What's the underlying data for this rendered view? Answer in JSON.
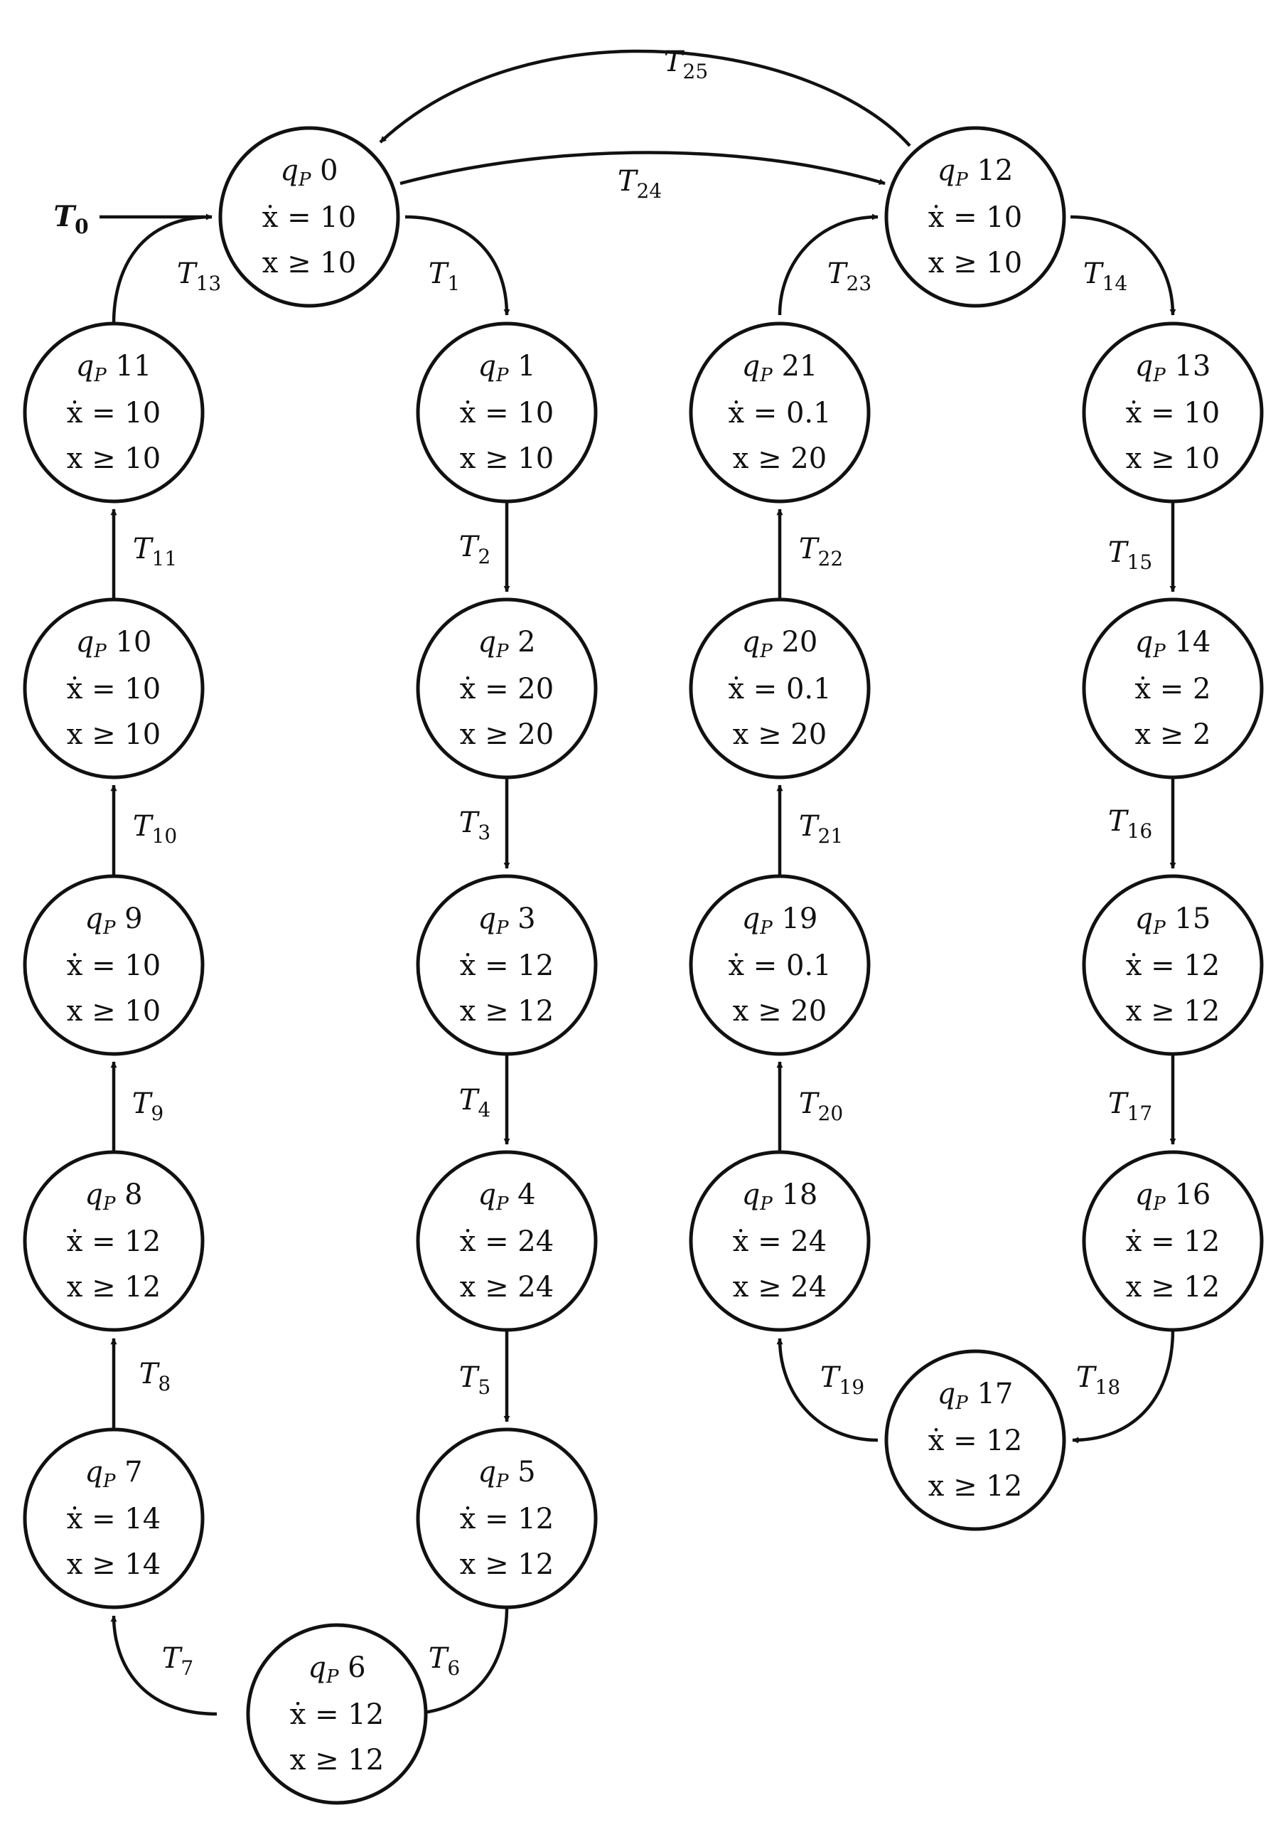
{
  "diagram": {
    "type": "state-machine",
    "nodes": [
      {
        "id": "0",
        "name": "qP 0",
        "rate": "ẋ = 10",
        "guard": "x ≥ 10"
      },
      {
        "id": "1",
        "name": "qP 1",
        "rate": "ẋ = 10",
        "guard": "x ≥ 10"
      },
      {
        "id": "2",
        "name": "qP 2",
        "rate": "ẋ = 20",
        "guard": "x ≥ 20"
      },
      {
        "id": "3",
        "name": "qP 3",
        "rate": "ẋ = 12",
        "guard": "x ≥ 12"
      },
      {
        "id": "4",
        "name": "qP 4",
        "rate": "ẋ = 24",
        "guard": "x ≥ 24"
      },
      {
        "id": "5",
        "name": "qP 5",
        "rate": "ẋ = 12",
        "guard": "x ≥ 12"
      },
      {
        "id": "6",
        "name": "qP 6",
        "rate": "ẋ = 12",
        "guard": "x ≥ 12"
      },
      {
        "id": "7",
        "name": "qP 7",
        "rate": "ẋ = 14",
        "guard": "x ≥ 14"
      },
      {
        "id": "8",
        "name": "qP 8",
        "rate": "ẋ = 12",
        "guard": "x ≥ 12"
      },
      {
        "id": "9",
        "name": "qP 9",
        "rate": "ẋ = 10",
        "guard": "x ≥ 10"
      },
      {
        "id": "10",
        "name": "qP 10",
        "rate": "ẋ = 10",
        "guard": "x ≥ 10"
      },
      {
        "id": "11",
        "name": "qP 11",
        "rate": "ẋ = 10",
        "guard": "x ≥ 10"
      },
      {
        "id": "12",
        "name": "qP 12",
        "rate": "ẋ = 10",
        "guard": "x ≥ 10"
      },
      {
        "id": "13",
        "name": "qP 13",
        "rate": "ẋ = 10",
        "guard": "x ≥ 10"
      },
      {
        "id": "14",
        "name": "qP 14",
        "rate": "ẋ = 2",
        "guard": "x ≥ 2"
      },
      {
        "id": "15",
        "name": "qP 15",
        "rate": "ẋ = 12",
        "guard": "x ≥ 12"
      },
      {
        "id": "16",
        "name": "qP 16",
        "rate": "ẋ = 12",
        "guard": "x ≥ 12"
      },
      {
        "id": "17",
        "name": "qP 17",
        "rate": "ẋ = 12",
        "guard": "x ≥ 12"
      },
      {
        "id": "18",
        "name": "qP 18",
        "rate": "ẋ = 24",
        "guard": "x ≥ 24"
      },
      {
        "id": "19",
        "name": "qP 19",
        "rate": "ẋ = 0.1",
        "guard": "x ≥ 20"
      },
      {
        "id": "20",
        "name": "qP 20",
        "rate": "ẋ = 0.1",
        "guard": "x ≥ 20"
      },
      {
        "id": "21",
        "name": "qP 21",
        "rate": "ẋ = 0.1",
        "guard": "x ≥ 20"
      }
    ],
    "edges": [
      {
        "id": "T0",
        "label": "T0",
        "from": null,
        "to": "0"
      },
      {
        "id": "T1",
        "label": "T1",
        "from": "0",
        "to": "1"
      },
      {
        "id": "T2",
        "label": "T2",
        "from": "1",
        "to": "2"
      },
      {
        "id": "T3",
        "label": "T3",
        "from": "2",
        "to": "3"
      },
      {
        "id": "T4",
        "label": "T4",
        "from": "3",
        "to": "4"
      },
      {
        "id": "T5",
        "label": "T5",
        "from": "4",
        "to": "5"
      },
      {
        "id": "T6",
        "label": "T6",
        "from": "5",
        "to": "6"
      },
      {
        "id": "T7",
        "label": "T7",
        "from": "6",
        "to": "7"
      },
      {
        "id": "T8",
        "label": "T8",
        "from": "7",
        "to": "8"
      },
      {
        "id": "T9",
        "label": "T9",
        "from": "8",
        "to": "9"
      },
      {
        "id": "T10",
        "label": "T10",
        "from": "9",
        "to": "10"
      },
      {
        "id": "T11",
        "label": "T11",
        "from": "10",
        "to": "11"
      },
      {
        "id": "T13",
        "label": "T13",
        "from": "11",
        "to": "0"
      },
      {
        "id": "T14",
        "label": "T14",
        "from": "12",
        "to": "13"
      },
      {
        "id": "T15",
        "label": "T15",
        "from": "13",
        "to": "14"
      },
      {
        "id": "T16",
        "label": "T16",
        "from": "14",
        "to": "15"
      },
      {
        "id": "T17",
        "label": "T17",
        "from": "15",
        "to": "16"
      },
      {
        "id": "T18",
        "label": "T18",
        "from": "16",
        "to": "17"
      },
      {
        "id": "T19",
        "label": "T19",
        "from": "17",
        "to": "18"
      },
      {
        "id": "T20",
        "label": "T20",
        "from": "18",
        "to": "19"
      },
      {
        "id": "T21",
        "label": "T21",
        "from": "19",
        "to": "20"
      },
      {
        "id": "T22",
        "label": "T22",
        "from": "20",
        "to": "21"
      },
      {
        "id": "T23",
        "label": "T23",
        "from": "21",
        "to": "12"
      },
      {
        "id": "T24",
        "label": "T24",
        "from": "0",
        "to": "12"
      },
      {
        "id": "T25",
        "label": "T25",
        "from": "12",
        "to": "0"
      }
    ]
  }
}
